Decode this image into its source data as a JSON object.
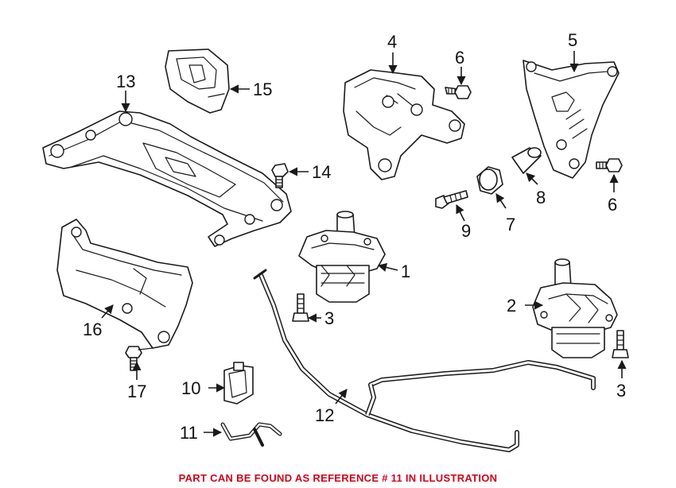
{
  "colors": {
    "line": "#1a1a1a",
    "note": "#d0021b",
    "background": "#ffffff"
  },
  "callouts": [
    {
      "id": "c1",
      "label": "1"
    },
    {
      "id": "c2",
      "label": "2"
    },
    {
      "id": "c3a",
      "label": "3"
    },
    {
      "id": "c3b",
      "label": "3"
    },
    {
      "id": "c4",
      "label": "4"
    },
    {
      "id": "c5",
      "label": "5"
    },
    {
      "id": "c6a",
      "label": "6"
    },
    {
      "id": "c6b",
      "label": "6"
    },
    {
      "id": "c7",
      "label": "7"
    },
    {
      "id": "c8",
      "label": "8"
    },
    {
      "id": "c9",
      "label": "9"
    },
    {
      "id": "c10",
      "label": "10"
    },
    {
      "id": "c11",
      "label": "11"
    },
    {
      "id": "c12",
      "label": "12"
    },
    {
      "id": "c13",
      "label": "13"
    },
    {
      "id": "c14",
      "label": "14"
    },
    {
      "id": "c15",
      "label": "15"
    },
    {
      "id": "c16",
      "label": "16"
    },
    {
      "id": "c17",
      "label": "17"
    }
  ],
  "note": "PART CAN BE FOUND AS REFERENCE # 11 IN ILLUSTRATION"
}
